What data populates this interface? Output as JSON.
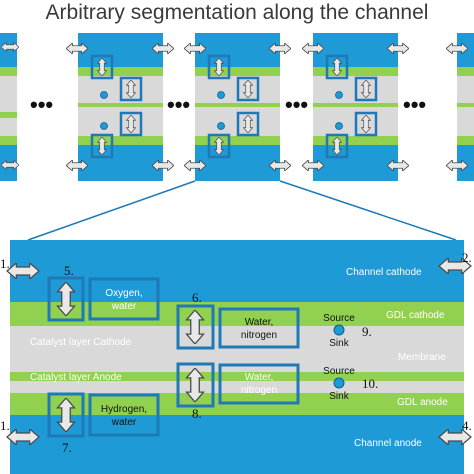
{
  "title": "Arbitrary segmentation along the channel",
  "top_row": {
    "separator": "•••"
  },
  "detail": {
    "layers": {
      "channel_cathode": "Channel cathode",
      "gdl_cathode": "GDL cathode",
      "catalyst_cathode": "Catalyst layer Cathode",
      "membrane": "Membrane",
      "catalyst_anode": "Catalyst layer Anode",
      "gdl_anode": "GDL anode",
      "channel_anode": "Channel anode"
    },
    "boxes": {
      "oxygen_line1": "Oxygen,",
      "oxygen_line2": "water",
      "water_c_line1": "Water,",
      "water_c_line2": "nitrogen",
      "water_a_line1": "Water,",
      "water_a_line2": "nitrogen",
      "hydrogen_line1": "Hydrogen,",
      "hydrogen_line2": "water"
    },
    "source_sink": {
      "source_top": "Source",
      "sink_top": "Sink",
      "source_bottom": "Source",
      "sink_bottom": "Sink"
    },
    "numbers": {
      "n1_top": "1.",
      "n2_top": "2.",
      "n1_bottom": "1.",
      "n4_bottom": "4.",
      "n5": "5.",
      "n6": "6.",
      "n7": "7.",
      "n8": "8.",
      "n9": "9.",
      "n10": "10."
    }
  },
  "colors": {
    "channel": "#1e9ad6",
    "gdl": "#92d050",
    "catalyst_membrane": "#d9d9d9",
    "box_border": "#1f79b6",
    "arrow_fill": "#d9d9d9"
  }
}
